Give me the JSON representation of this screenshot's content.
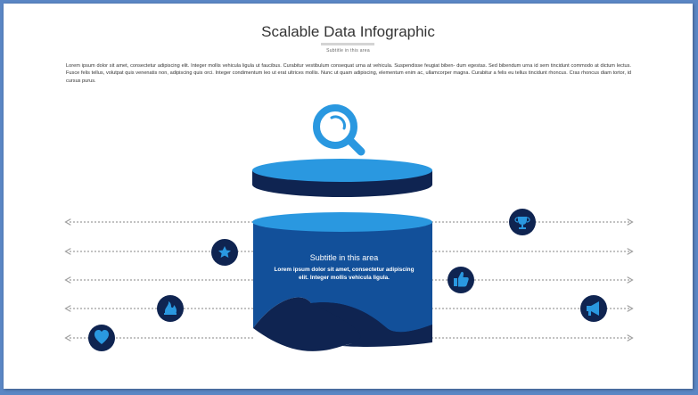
{
  "slide": {
    "title": "Scalable Data Infographic",
    "subtitle": "Subtitle in this area",
    "body": "Lorem ipsum dolor sit amet, consectetur adipiscing elit. Integer mollis vehicula ligula ut faucibus. Curabitur vestibulum consequat urna at vehicula. Suspendisse feugiat biben- dum egestas. Sed bibendum urna id sem tincidunt commodo at dictum lectus. Fusce felis tellus, volutpat quis venenatis non, adipiscing quis orci. Integer condimentum leo ut erat ultrices mollis. Nunc ut quam adipiscing, elementum enim ac, ullamcorper magna. Curabitur a felis eu tellus tincidunt rhoncus. Cras rhoncus diam tortor, id cursus purus."
  },
  "center": {
    "subtitle": "Subtitle in this area",
    "description": "Lorem ipsum dolor sit amet, consectetur adipiscing elit. Integer mollis vehicula ligula."
  },
  "icons": {
    "top": "magnifier-icon",
    "left": [
      "star-icon",
      "flame-icon",
      "heart-icon"
    ],
    "right": [
      "trophy-icon",
      "thumbs-up-icon",
      "megaphone-icon"
    ]
  },
  "colors": {
    "light_blue": "#2a98e0",
    "dark_navy": "#0f2451",
    "mid_blue": "#12509a",
    "arrow_gray": "#9e9e9e"
  }
}
